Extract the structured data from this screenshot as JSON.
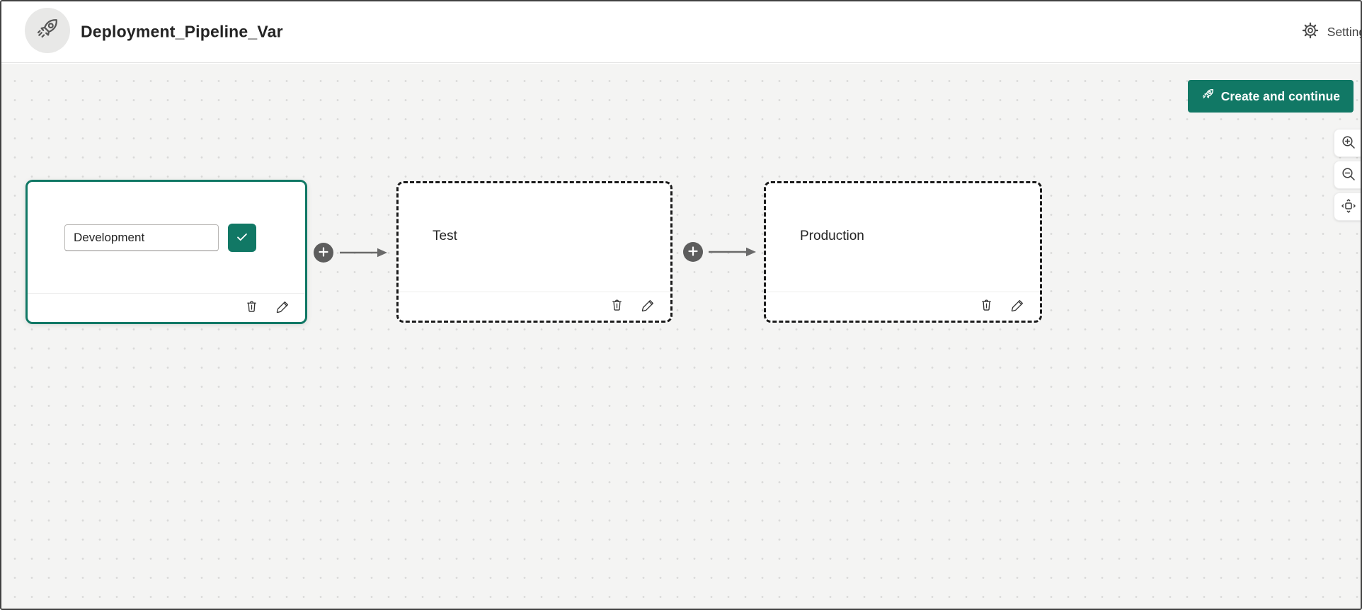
{
  "header": {
    "title": "Deployment_Pipeline_Var",
    "settings_label": "Settings"
  },
  "actions": {
    "create_label": "Create and continue"
  },
  "canvas": {
    "stages": [
      {
        "name": "Development",
        "input_value": "Development",
        "selected": true,
        "border": "solid"
      },
      {
        "name": "Test",
        "selected": false,
        "border": "dashed"
      },
      {
        "name": "Production",
        "selected": false,
        "border": "dashed"
      }
    ],
    "zoom_controls": [
      "zoom-in",
      "zoom-out",
      "fit-to-screen"
    ]
  },
  "colors": {
    "accent": "#117865",
    "canvas_bg": "#f4f4f3",
    "plus_circle": "#5d5d5d",
    "arrow": "#6a6a6a"
  }
}
